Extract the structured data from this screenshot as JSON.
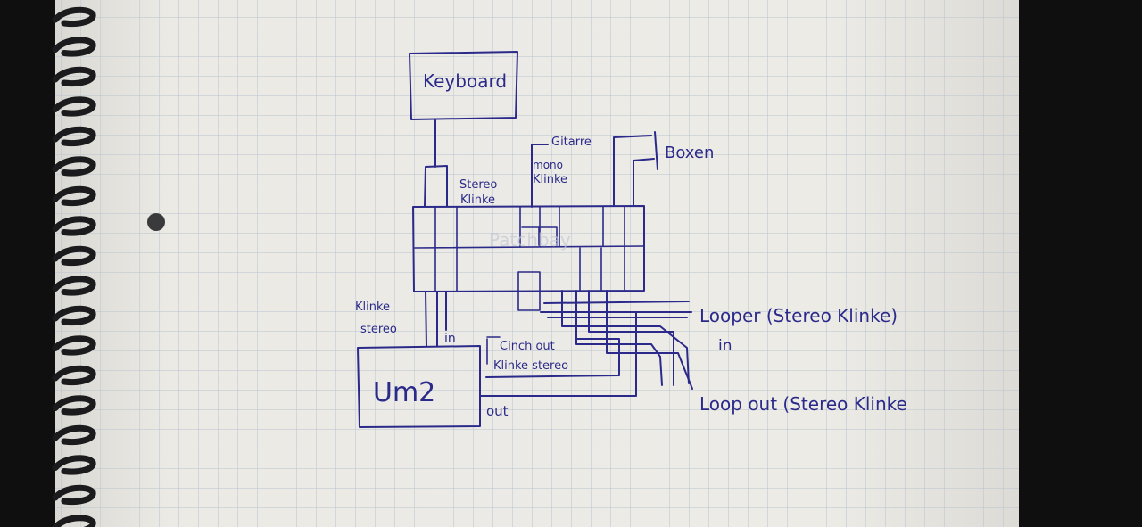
{
  "diagram": {
    "nodes": {
      "keyboard": "Keyboard",
      "um2": "Um2",
      "patchbay": "Patchbay",
      "boxen": "Boxen"
    },
    "labels": {
      "stereo_klinke_top": [
        "Stereo",
        "Klinke"
      ],
      "gitarre": "Gitarre",
      "mono_klinke": [
        "mono",
        "Klinke"
      ],
      "klinke_stereo_left": [
        "Klinke",
        "stereo"
      ],
      "in": "in",
      "cinch_out": "Cinch out",
      "klinke_stereo_mid": "Klinke stereo",
      "out": "out",
      "looper_in": "Looper (Stereo Klinke)",
      "looper_in_sub": "in",
      "loop_out": "Loop out (Stereo Klinke"
    }
  },
  "colors": {
    "ink": "#2b2a8a",
    "paper": "#ecebe6",
    "grid": "#b9c3cf"
  }
}
